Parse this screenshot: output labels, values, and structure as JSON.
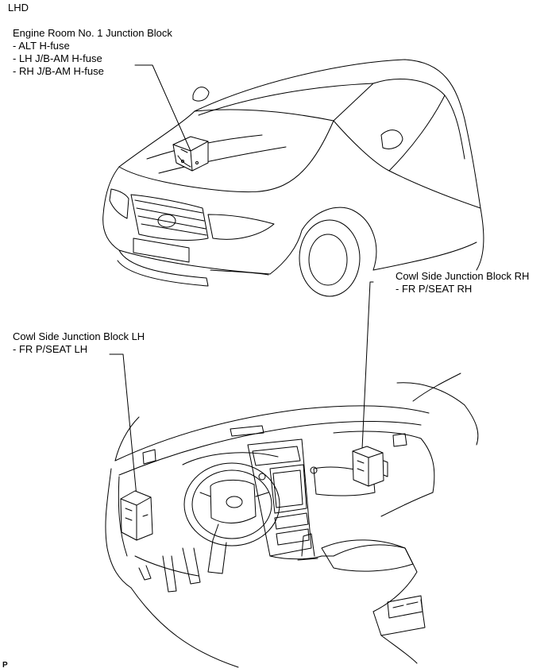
{
  "header": {
    "lhd": "LHD"
  },
  "callouts": {
    "engine_room": {
      "title": "Engine Room No. 1 Junction Block",
      "items": [
        "- ALT H-fuse",
        "- LH J/B-AM H-fuse",
        "- RH J/B-AM H-fuse"
      ]
    },
    "cowl_rh": {
      "title": "Cowl Side Junction Block RH",
      "items": [
        "- FR P/SEAT RH"
      ]
    },
    "cowl_lh": {
      "title": "Cowl Side Junction Block LH",
      "items": [
        "- FR P/SEAT LH"
      ]
    }
  },
  "footer": {
    "mark": "P"
  },
  "colors": {
    "line": "#000000",
    "background": "#ffffff"
  }
}
